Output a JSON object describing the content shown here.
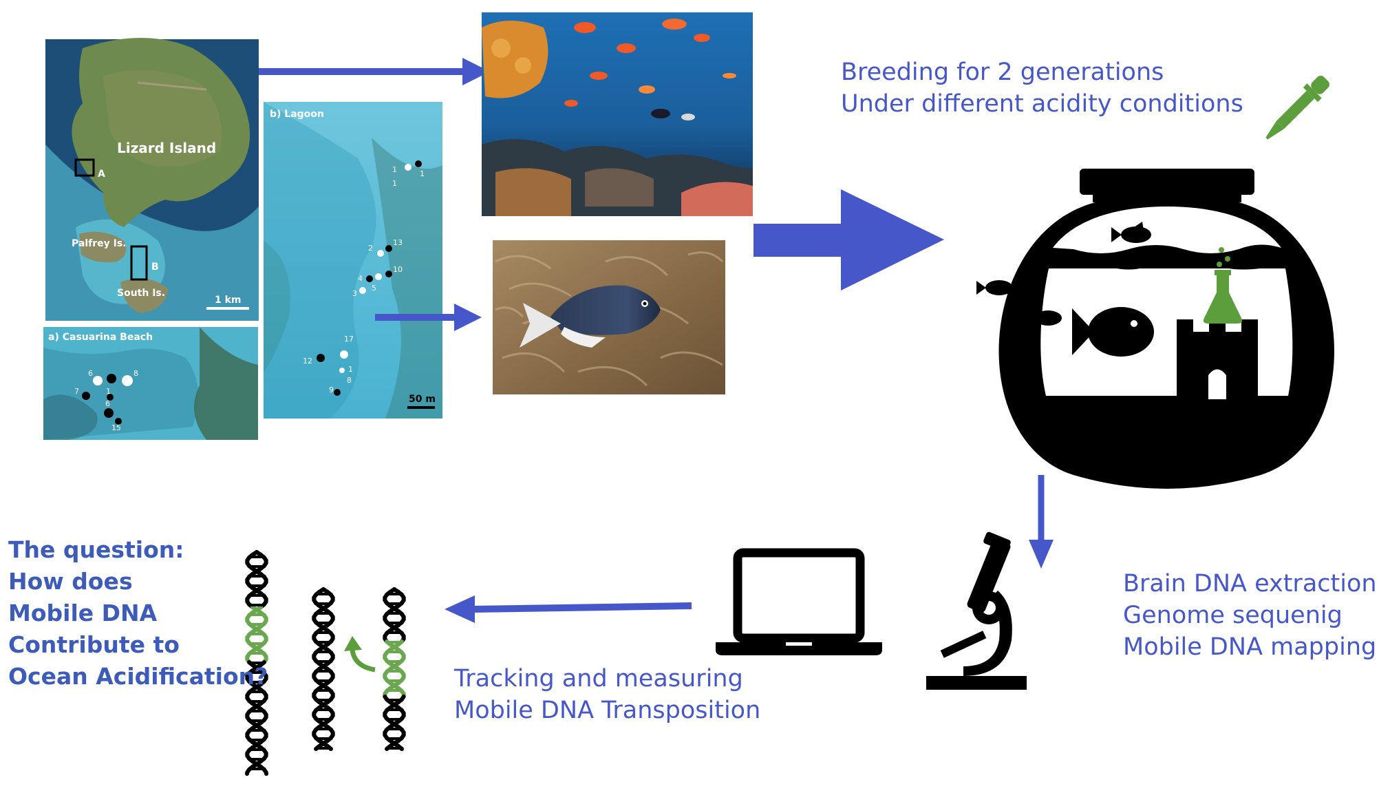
{
  "colors": {
    "accent_blue": "#4657c9",
    "question_blue": "#3d5bb8",
    "dna_green": "#6aa84f",
    "pipette_green": "#5c9e3c",
    "black": "#000000"
  },
  "map": {
    "island_label": "Lizard Island",
    "palfrey_label": "Palfrey Is.",
    "south_label": "South Is.",
    "box_a_label": "A",
    "box_b_label": "B",
    "scale_main": "1 km",
    "inset_a_title": "a) Casuarina Beach",
    "inset_b_title": "b) Lagoon",
    "scale_lagoon": "50 m",
    "inset_a_numbers": [
      "6",
      "8",
      "7",
      "1",
      "6",
      "15"
    ],
    "inset_b_numbers": [
      "1",
      "1",
      "1",
      "2",
      "13",
      "4",
      "10",
      "3",
      "5",
      "17",
      "12",
      "1",
      "8",
      "9"
    ]
  },
  "text": {
    "breeding_line1": "Breeding for 2 generations",
    "breeding_line2": "Under different acidity conditions",
    "extraction_line1": "Brain DNA extraction",
    "extraction_line2": "Genome sequenig",
    "extraction_line3": "Mobile DNA mapping",
    "tracking_line1": "Tracking and measuring",
    "tracking_line2": "Mobile DNA Transposition",
    "question_line1": "The question:",
    "question_line2": "How does",
    "question_line3": "Mobile DNA",
    "question_line4": "Contribute to",
    "question_line5": "Ocean Acidification?"
  },
  "icons": {
    "pipette": "pipette-icon",
    "fishbowl": "fishbowl-icon",
    "flask": "flask-icon",
    "castle": "castle-icon",
    "microscope": "microscope-icon",
    "laptop": "laptop-icon",
    "dna": "dna-helix-icon"
  }
}
